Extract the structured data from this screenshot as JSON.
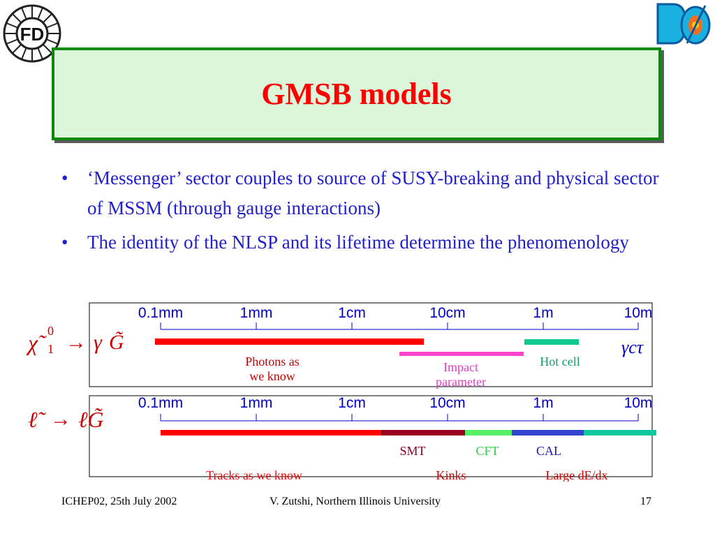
{
  "title": "GMSB models",
  "bullets": [
    "‘Messenger’ sector couples to source of SUSY-breaking and physical sector of MSSM (through gauge interactions)",
    "The identity of the NLSP and its lifetime determine the phenomenology"
  ],
  "bullet_symbol": "•",
  "colors": {
    "title": "#ff0000",
    "text": "#2020cc",
    "title_bg": "#dbf6db",
    "title_border": "#0a8a0a"
  },
  "diagram1": {
    "scale_labels": [
      "0.1mm",
      "1mm",
      "1cm",
      "10cm",
      "1m",
      "10m"
    ],
    "formula_lhs": "χ̃",
    "formula_sup": "0",
    "formula_sub": "1",
    "formula_arrow": "→",
    "formula_rhs_gamma": "γ",
    "formula_rhs_G": "G̃",
    "gamma_ctau": "γcτ",
    "labels": {
      "photons": [
        "Photons as",
        "we know"
      ],
      "impact": [
        "Impact",
        "parameter"
      ],
      "hotcell": "Hot cell"
    }
  },
  "diagram2": {
    "scale_labels": [
      "0.1mm",
      "1mm",
      "1cm",
      "10cm",
      "1m",
      "10m"
    ],
    "formula_lhs": "ℓ̃",
    "formula_arrow": "→",
    "formula_rhs": "ℓG̃",
    "labels": {
      "smt": "SMT",
      "cft": "CFT",
      "cal": "CAL",
      "tracks": "Tracks as we know",
      "kinks": "Kinks",
      "dedx": "Large dE/dx"
    }
  },
  "footer": {
    "left": "ICHEP02, 25th July 2002",
    "center": "V. Zutshi, Northern Illinois University",
    "page": "17"
  }
}
